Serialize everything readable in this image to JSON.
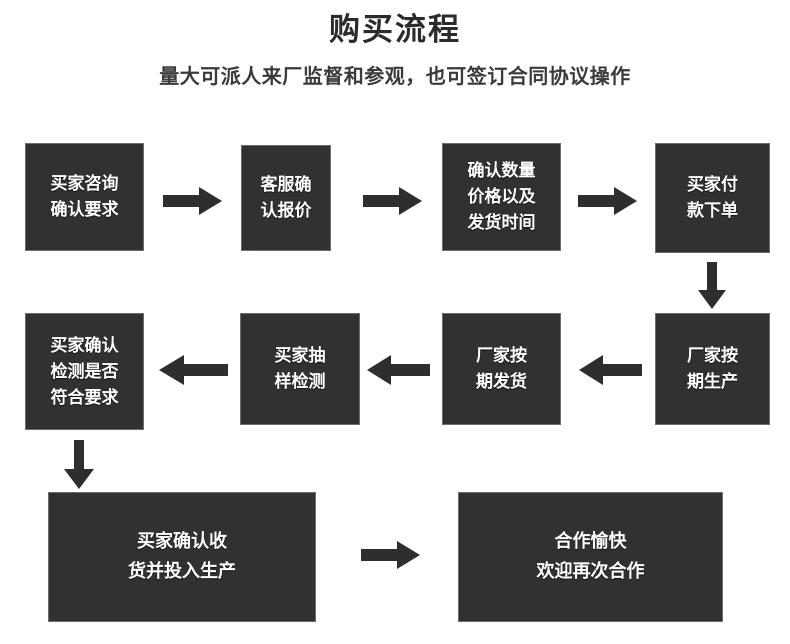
{
  "header": {
    "title": "购买流程",
    "subtitle": "量大可派人来厂监督和参观，也可签订合同协议操作"
  },
  "flow": {
    "nodes": [
      {
        "id": "node-1",
        "label": "买家咨询\n确认要求"
      },
      {
        "id": "node-2",
        "label": "客服确\n认报价"
      },
      {
        "id": "node-3",
        "label": "确认数量\n价格以及\n发货时间"
      },
      {
        "id": "node-4",
        "label": "买家付\n款下单"
      },
      {
        "id": "node-5",
        "label": "厂家按\n期生产"
      },
      {
        "id": "node-6",
        "label": "厂家按\n期发货"
      },
      {
        "id": "node-7",
        "label": "买家抽\n样检测"
      },
      {
        "id": "node-8",
        "label": "买家确认\n检测是否\n符合要求"
      },
      {
        "id": "node-9",
        "label": "买家确认收\n货并投入生产"
      },
      {
        "id": "node-10",
        "label": "合作愉快\n欢迎再次合作"
      }
    ],
    "connectors": [
      {
        "id": "arrow-1-2",
        "direction": "right"
      },
      {
        "id": "arrow-2-3",
        "direction": "right"
      },
      {
        "id": "arrow-3-4",
        "direction": "right"
      },
      {
        "id": "arrow-4-5",
        "direction": "down"
      },
      {
        "id": "arrow-5-6",
        "direction": "left"
      },
      {
        "id": "arrow-6-7",
        "direction": "left"
      },
      {
        "id": "arrow-7-8",
        "direction": "left"
      },
      {
        "id": "arrow-8-9",
        "direction": "down"
      },
      {
        "id": "arrow-9-10",
        "direction": "right"
      }
    ]
  },
  "colors": {
    "node_fill": "#333033",
    "node_border": "#6d6d6d",
    "node_text": "#ffffff",
    "arrow": "#2e2e2e",
    "title_text": "#2b2b2b",
    "background": "#ffffff"
  }
}
